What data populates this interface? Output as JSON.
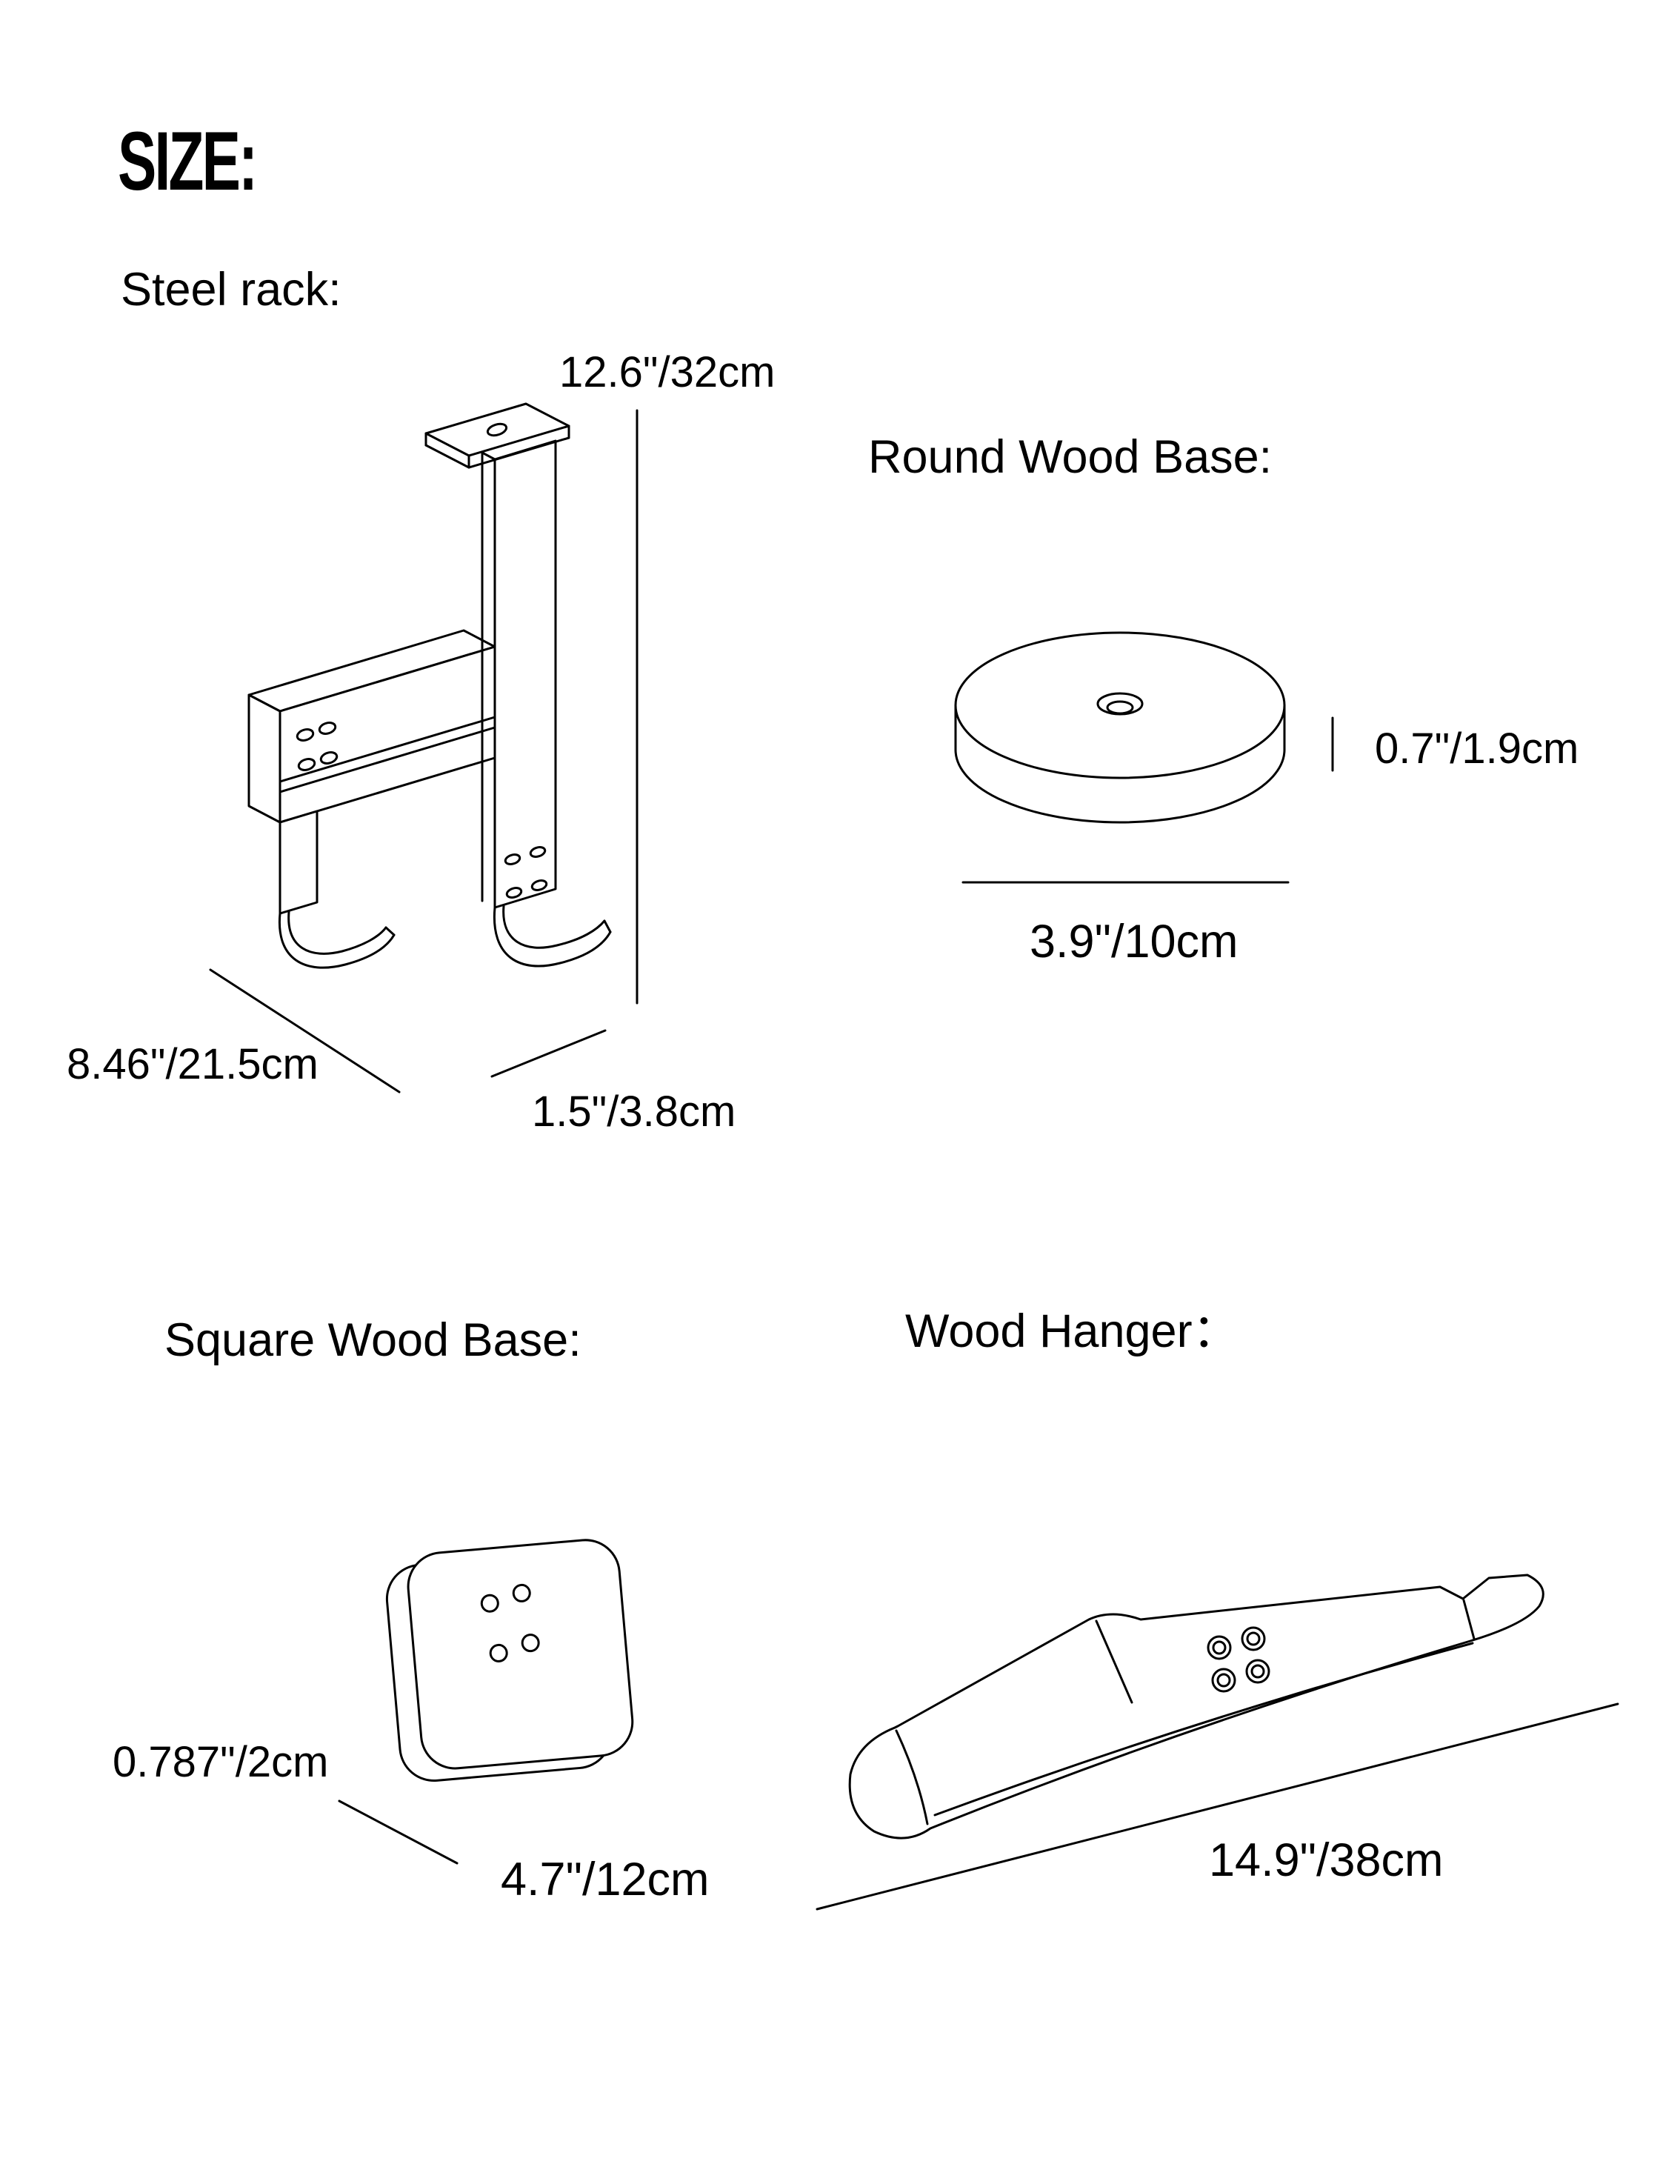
{
  "page": {
    "title": "SIZE:"
  },
  "sections": {
    "steel_rack": {
      "label": "Steel rack:",
      "height": "12.6\"/32cm",
      "depth": "8.46\"/21.5cm",
      "width": "1.5\"/3.8cm"
    },
    "round_wood_base": {
      "label": "Round Wood Base:",
      "thickness": "0.7\"/1.9cm",
      "diameter": "3.9\"/10cm"
    },
    "square_wood_base": {
      "label": "Square Wood Base:",
      "thickness": "0.787\"/2cm",
      "width": "4.7\"/12cm"
    },
    "wood_hanger": {
      "label": "Wood Hanger：",
      "length": "14.9\"/38cm"
    }
  }
}
